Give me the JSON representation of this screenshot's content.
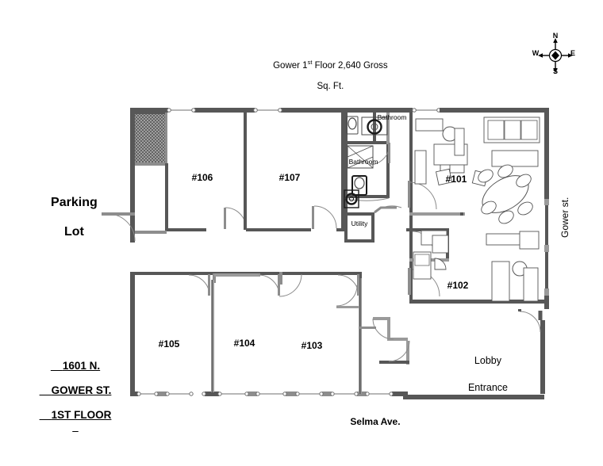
{
  "document": {
    "title_line1_prefix": "Gower 1",
    "title_line1_sup": "st",
    "title_line1_suffix": " Floor 2,640 Gross",
    "title_line2": "Sq. Ft.",
    "title_full": "Gower 1st Floor 2,640 Gross Sq. Ft."
  },
  "compass": {
    "north": "N",
    "east": "E",
    "south": "S",
    "west": "W"
  },
  "labels": {
    "parking_lot_line1": "Parking",
    "parking_lot_line2": "Lot",
    "address_line1": "1601 N.",
    "address_line2": "GOWER ST.",
    "address_line3": "1ST FLOOR",
    "street_right": "Gower st.",
    "street_bottom": "Selma Ave.",
    "lobby_line1": "Lobby",
    "lobby_line2": "Entrance"
  },
  "rooms": [
    {
      "id": "101",
      "label": "#101"
    },
    {
      "id": "102",
      "label": "#102"
    },
    {
      "id": "103",
      "label": "#103"
    },
    {
      "id": "104",
      "label": "#104"
    },
    {
      "id": "105",
      "label": "#105"
    },
    {
      "id": "106",
      "label": "#106"
    },
    {
      "id": "107",
      "label": "#107"
    }
  ],
  "service_rooms": [
    {
      "id": "bathroom-upper",
      "label": "Bathroom"
    },
    {
      "id": "bathroom-lower",
      "label": "Bathroom"
    },
    {
      "id": "utility",
      "label": "Utility"
    }
  ],
  "colors": {
    "wall": "#575757",
    "wall_light": "#9a9a9a",
    "thin_line": "#6f6f6f",
    "furniture": "#4a4a4a",
    "background": "#ffffff",
    "hatch": "#6b6b6b",
    "text": "#000000"
  }
}
